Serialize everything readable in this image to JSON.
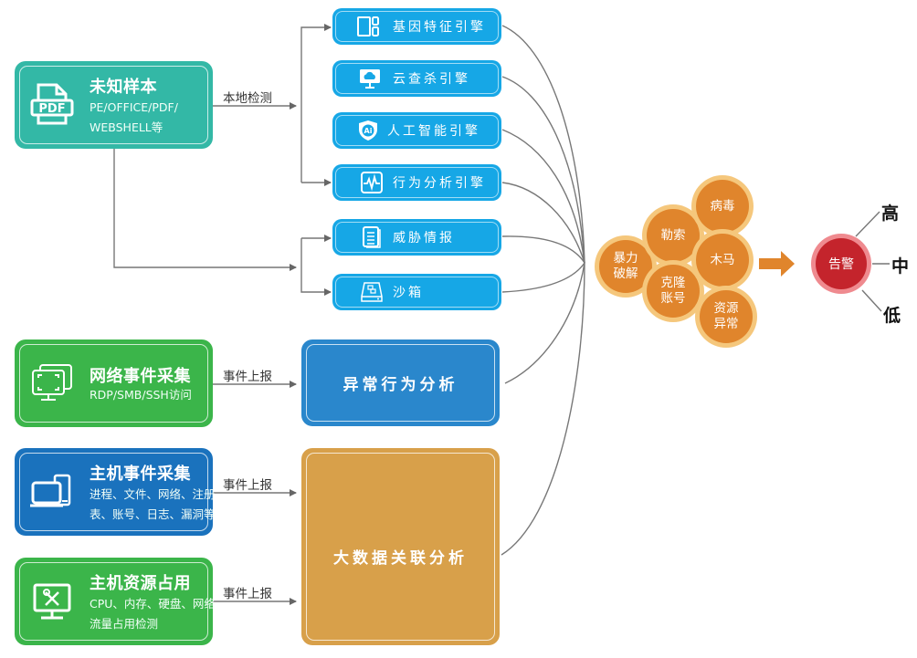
{
  "sources": {
    "unknown_sample": {
      "title": "未知样本",
      "sub_lines": [
        "PE/OFFICE/PDF/",
        "WEBSHELL等"
      ],
      "icon": "pdf-file-icon",
      "color": "#33b8a6"
    },
    "network_events": {
      "title": "网络事件采集",
      "sub_lines": [
        "RDP/SMB/SSH访问"
      ],
      "icon": "monitor-screens-icon",
      "color": "#3bb54a"
    },
    "host_events": {
      "title": "主机事件采集",
      "sub_lines": [
        "进程、文件、网络、注册",
        "表、账号、日志、漏洞等"
      ],
      "icon": "laptop-tower-icon",
      "color": "#1a72bd"
    },
    "host_resources": {
      "title": "主机资源占用",
      "sub_lines": [
        "CPU、内存、硬盘、网络",
        "流量占用检测"
      ],
      "icon": "monitor-tools-icon",
      "color": "#3bb54a"
    }
  },
  "edge_labels": {
    "local_detect": "本地检测",
    "report_network": "事件上报",
    "report_host": "事件上报",
    "report_resource": "事件上报"
  },
  "engines": [
    {
      "label": "基因特征引擎",
      "icon": "gene-blocks-icon"
    },
    {
      "label": "云查杀引擎",
      "icon": "cloud-monitor-icon"
    },
    {
      "label": "人工智能引擎",
      "icon": "ai-shield-icon"
    },
    {
      "label": "行为分析引擎",
      "icon": "pulse-monitor-icon"
    },
    {
      "label": "威胁情报",
      "icon": "document-list-icon"
    },
    {
      "label": "沙箱",
      "icon": "sandbox-drive-icon"
    }
  ],
  "analysis": {
    "anomaly": "异常行为分析",
    "bigdata": "大数据关联分析"
  },
  "threats": [
    {
      "label": "暴力破解"
    },
    {
      "label": "勒索"
    },
    {
      "label": "病毒"
    },
    {
      "label": "木马"
    },
    {
      "label": "克隆账号"
    },
    {
      "label": "资源异常"
    }
  ],
  "alarm": {
    "label": "告警",
    "levels": [
      "高",
      "中",
      "低"
    ],
    "colors": {
      "core": "#c4242c",
      "ring": "#ef8a8f",
      "arrow": "#e0852c"
    }
  }
}
